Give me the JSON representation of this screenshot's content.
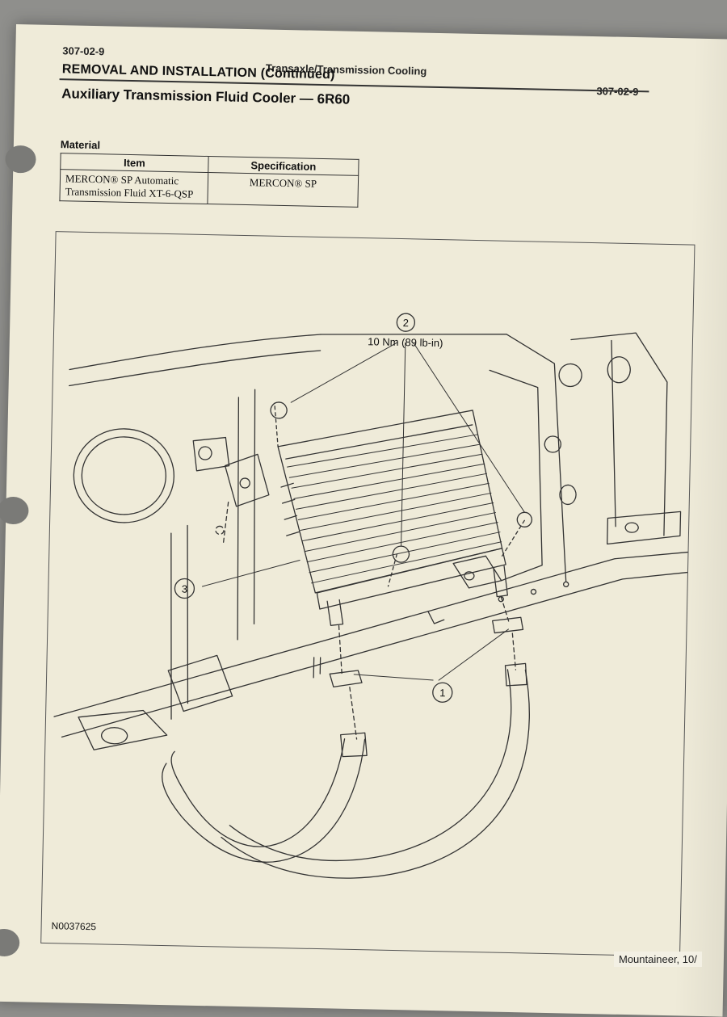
{
  "header": {
    "page_number_left": "307-02-9",
    "section": "Transaxle/Transmission Cooling",
    "page_number_right": "307-02-9"
  },
  "procedure": {
    "heading": "REMOVAL AND INSTALLATION (Continued)",
    "title": "Auxiliary Transmission Fluid Cooler — 6R60"
  },
  "material": {
    "label": "Material",
    "columns": [
      "Item",
      "Specification"
    ],
    "rows": [
      {
        "item": "MERCON® SP Automatic Transmission Fluid XT-6-QSP",
        "spec": "MERCON® SP"
      }
    ]
  },
  "figure": {
    "torque_callout": "10 Nm (89 lb-in)",
    "callouts": [
      "1",
      "2",
      "3"
    ],
    "figure_id": "N0037625"
  },
  "footer": {
    "text": "Mountaineer, 10/"
  }
}
